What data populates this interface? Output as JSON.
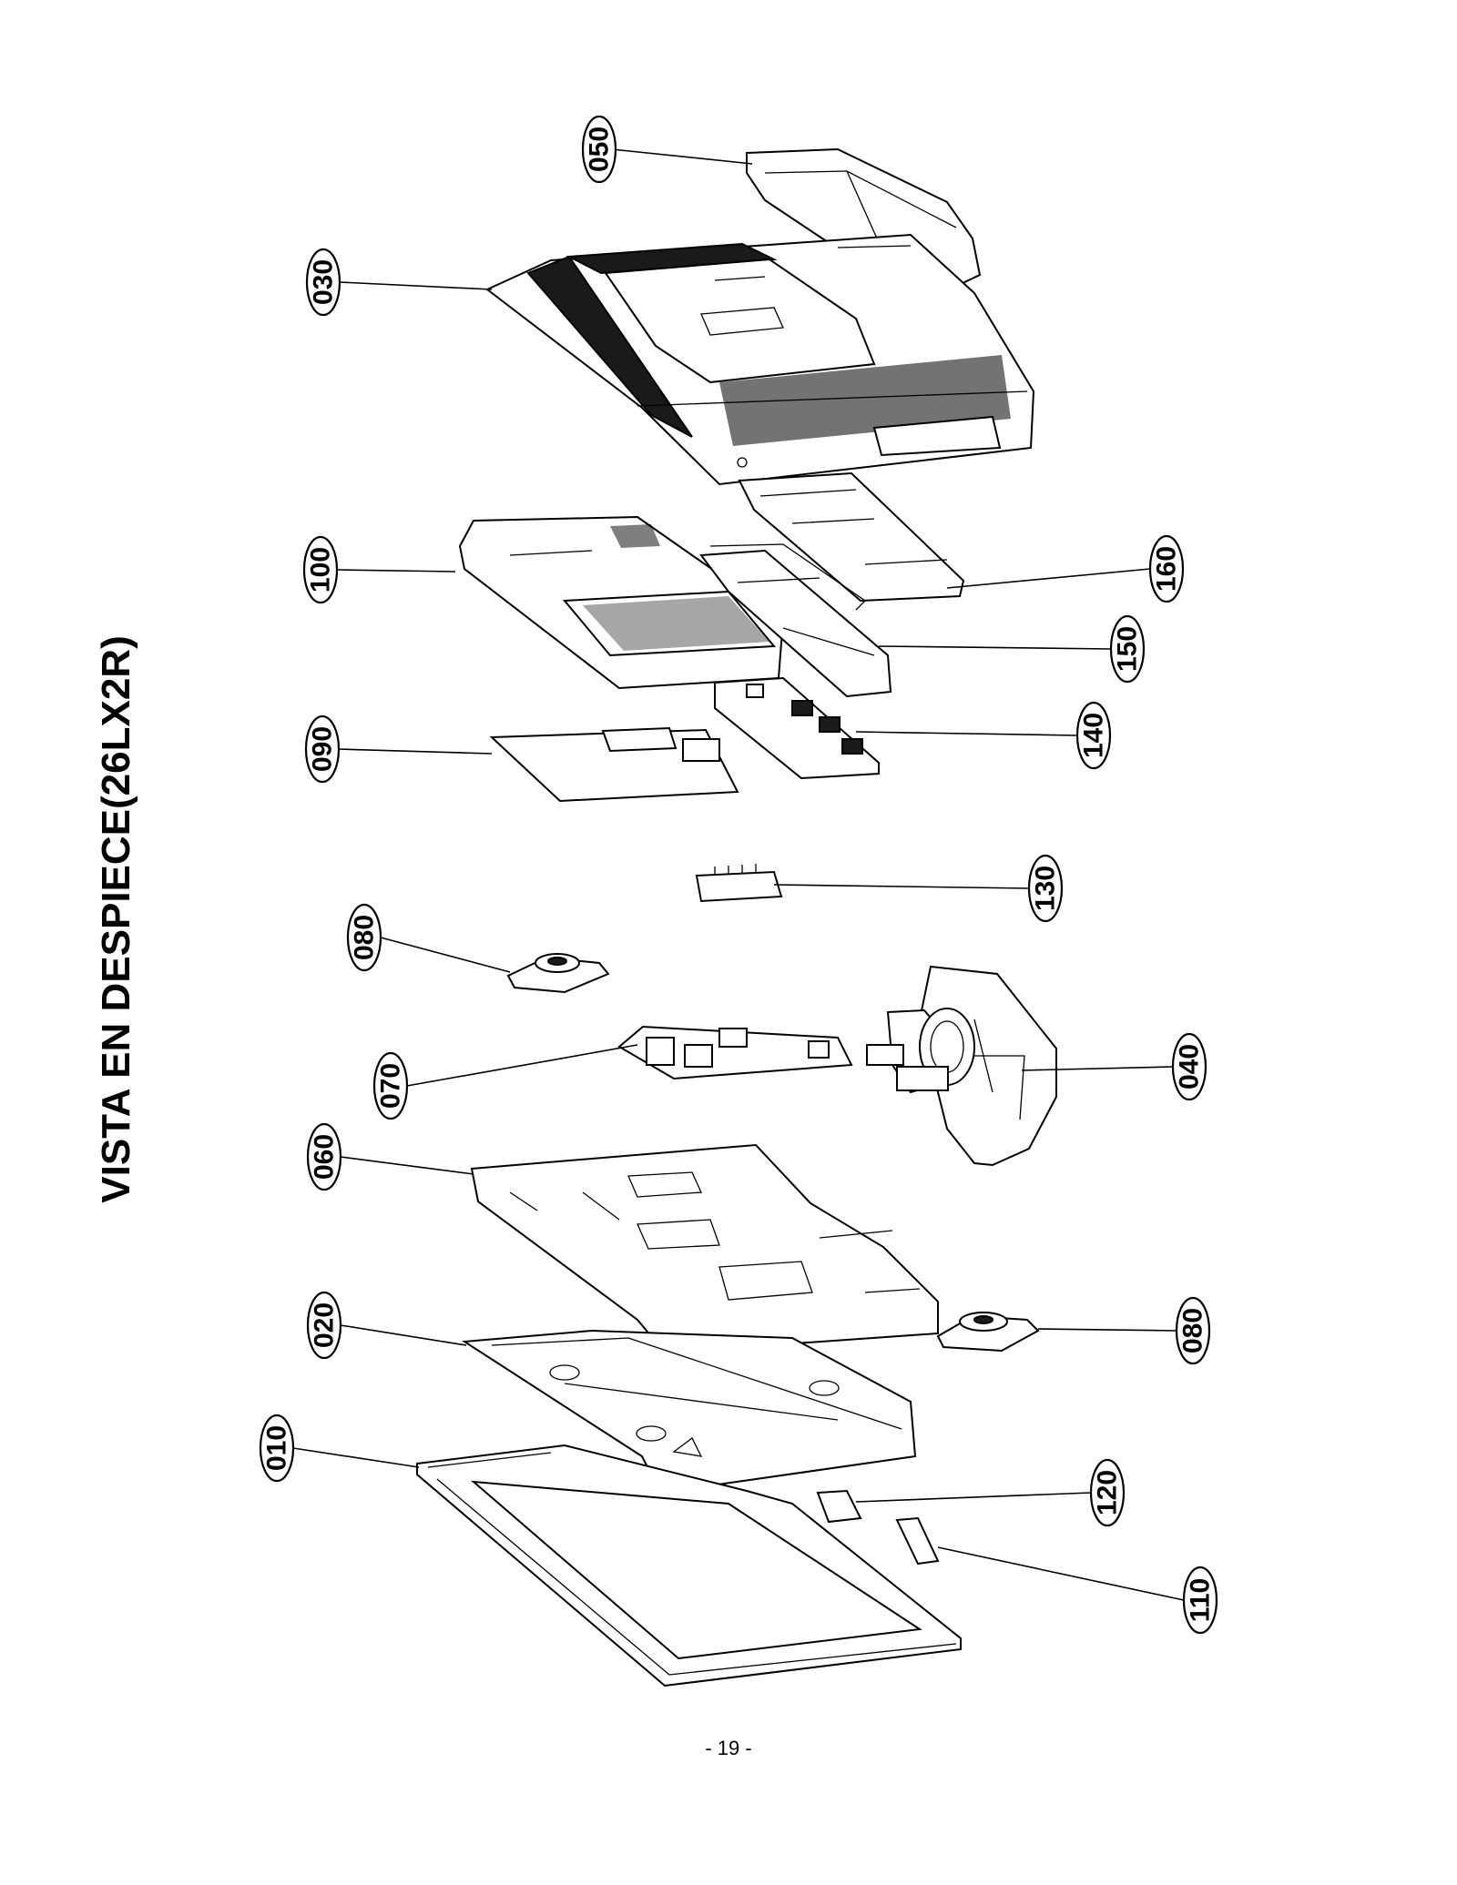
{
  "page": {
    "title": "VISTA EN DESPIECE(26LX2R)",
    "page_number": "- 19 -"
  },
  "callouts": [
    {
      "id": "c050",
      "label": "050"
    },
    {
      "id": "c030",
      "label": "030"
    },
    {
      "id": "c100",
      "label": "100"
    },
    {
      "id": "c160",
      "label": "160"
    },
    {
      "id": "c150",
      "label": "150"
    },
    {
      "id": "c090",
      "label": "090"
    },
    {
      "id": "c140",
      "label": "140"
    },
    {
      "id": "c130",
      "label": "130"
    },
    {
      "id": "c080a",
      "label": "080"
    },
    {
      "id": "c070",
      "label": "070"
    },
    {
      "id": "c040",
      "label": "040"
    },
    {
      "id": "c060",
      "label": "060"
    },
    {
      "id": "c020",
      "label": "020"
    },
    {
      "id": "c080b",
      "label": "080"
    },
    {
      "id": "c010",
      "label": "010"
    },
    {
      "id": "c120",
      "label": "120"
    },
    {
      "id": "c110",
      "label": "110"
    }
  ]
}
